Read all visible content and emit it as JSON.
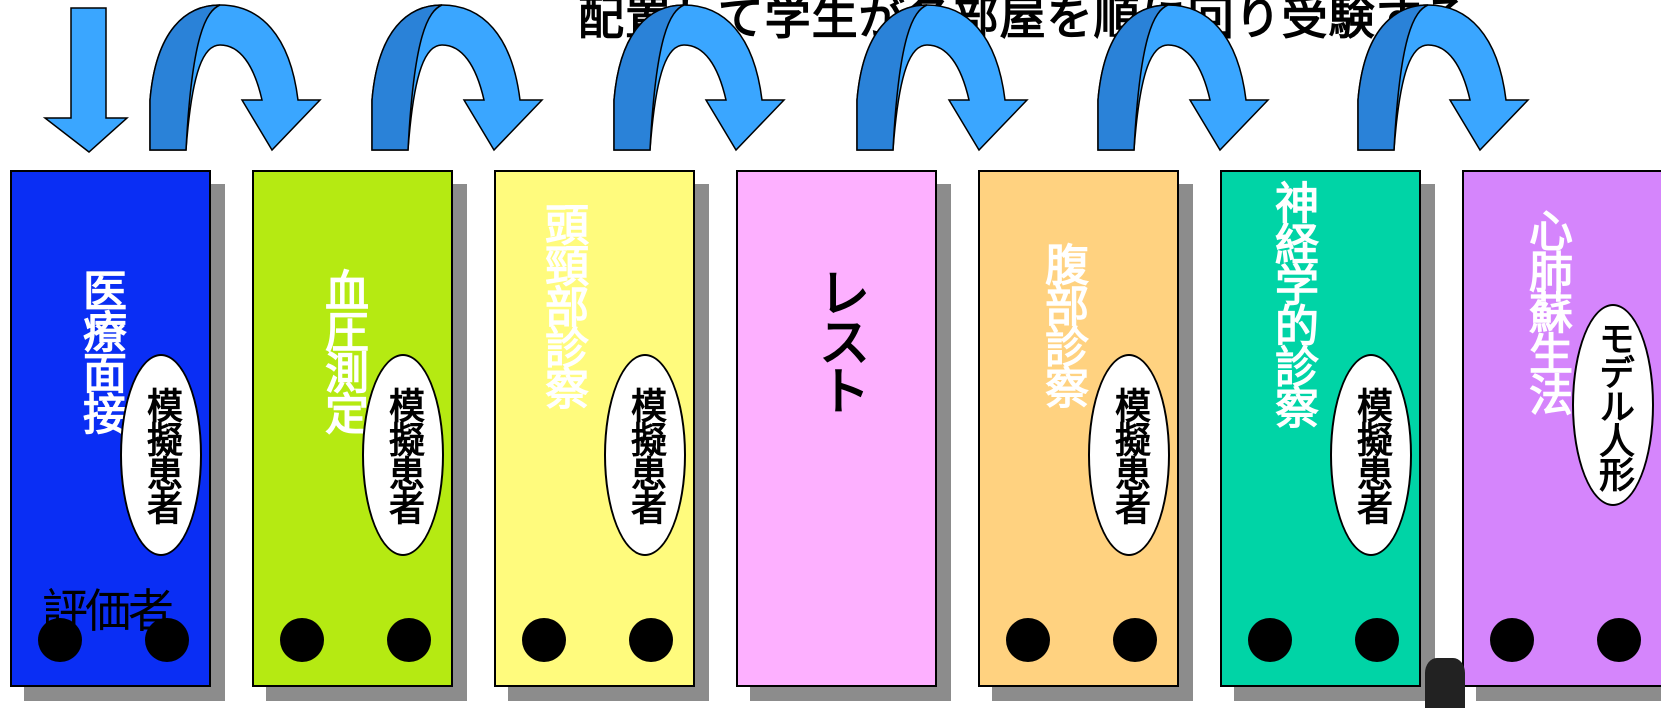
{
  "title": "配置して学生が各部屋を順に回り受験する",
  "stations": [
    {
      "label": "医療面接",
      "sub": "模擬患者",
      "color": "#0a2ef4",
      "text_color": "#ffffff",
      "evaluator": "評価者"
    },
    {
      "label": "血圧測定",
      "sub": "模擬患者",
      "color": "#b5ea12",
      "text_color": "#ffffff"
    },
    {
      "label": "頭頸部診察",
      "sub": "模擬患者",
      "color": "#fffb7d",
      "text_color": "#ffffff"
    },
    {
      "label": "レスト",
      "sub": "",
      "color": "#fdb0ff",
      "text_color": "#000000"
    },
    {
      "label": "腹部診察",
      "sub": "模擬患者",
      "color": "#ffd280",
      "text_color": "#ffffff"
    },
    {
      "label": "神経学的診察",
      "sub": "模擬患者",
      "color": "#00d4a6",
      "text_color": "#ffffff"
    },
    {
      "label": "心肺蘇生法",
      "sub": "モデル人形",
      "color": "#d585fc",
      "text_color": "#ffffff"
    }
  ],
  "arrow_color": "#3aa6ff",
  "arrow_dark": "#2a82d8"
}
